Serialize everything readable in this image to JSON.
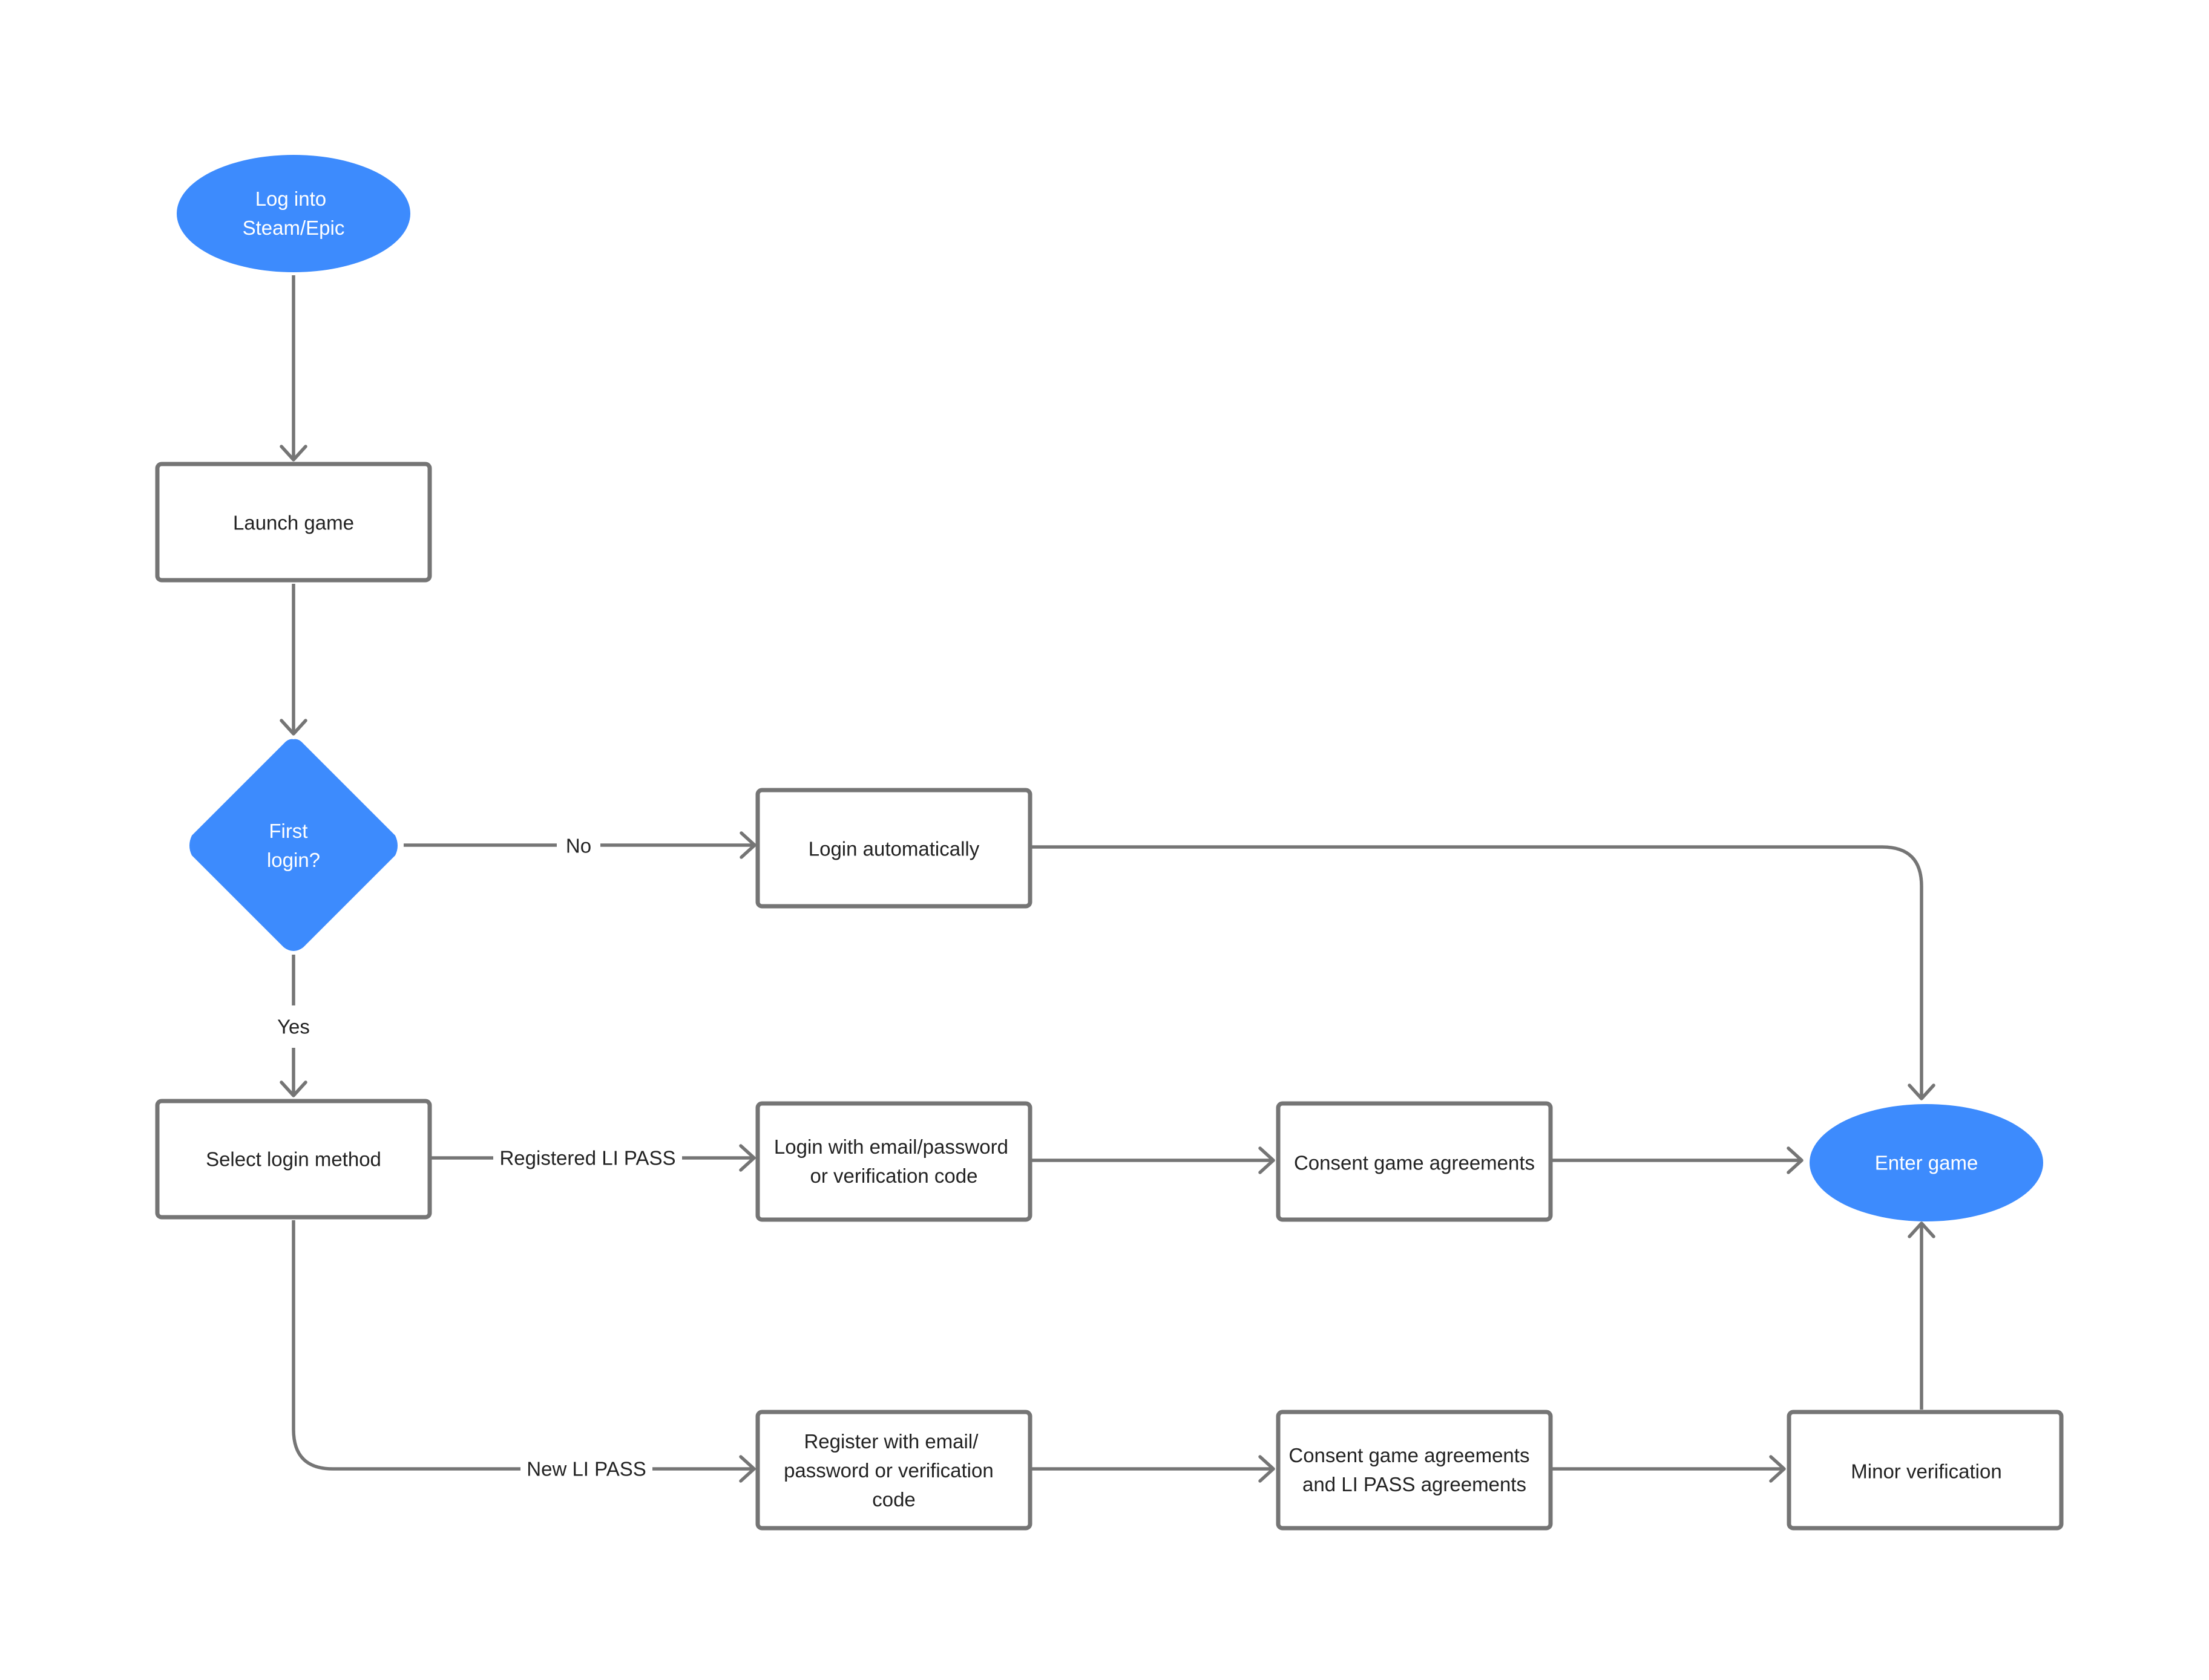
{
  "diagram": {
    "colors": {
      "terminal_fill": "#3d8bfd",
      "box_stroke": "#757575",
      "edge": "#757575",
      "text": "#222222",
      "text_on_blue": "#ffffff",
      "background": "#ffffff"
    },
    "nodes": {
      "start": {
        "lines": [
          "Log into",
          "Steam/Epic"
        ]
      },
      "launch": {
        "lines": [
          "Launch game"
        ]
      },
      "decision": {
        "lines": [
          "First",
          "login?"
        ]
      },
      "auto_login": {
        "lines": [
          "Login automatically"
        ]
      },
      "select_method": {
        "lines": [
          "Select login method"
        ]
      },
      "login_email": {
        "lines": [
          "Login with email/password",
          "or verification code"
        ]
      },
      "consent_game": {
        "lines": [
          "Consent game agreements"
        ]
      },
      "enter_game": {
        "lines": [
          "Enter game"
        ]
      },
      "register_email": {
        "lines": [
          "Register with email/",
          "password or verification",
          "code"
        ]
      },
      "consent_both": {
        "lines": [
          "Consent game agreements",
          "and LI PASS agreements"
        ]
      },
      "minor_verification": {
        "lines": [
          "Minor verification"
        ]
      }
    },
    "edge_labels": {
      "no": "No",
      "yes": "Yes",
      "registered": "Registered LI PASS",
      "new": "New LI PASS"
    }
  }
}
